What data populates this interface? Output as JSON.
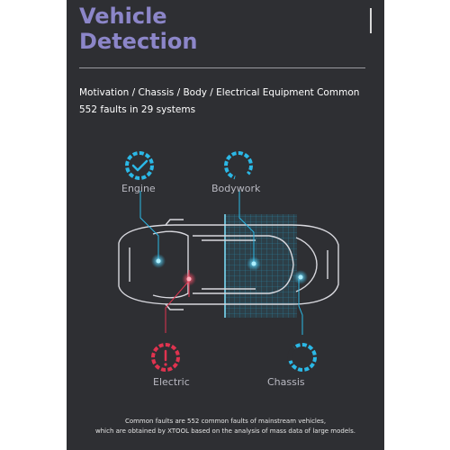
{
  "header": {
    "title_line1": "Vehicle",
    "title_line2": "Detection"
  },
  "description": {
    "line1": "Motivation / Chassis / Body / Electrical Equipment Common",
    "line2": "552 faults in 29 systems"
  },
  "systems": {
    "engine": "Engine",
    "bodywork": "Bodywork",
    "electric": "Electric",
    "chassis": "Chassis"
  },
  "footer": {
    "line1": "Common faults are 552 common faults of mainstream vehicles,",
    "line2": "which are obtained by XTOOL based on the analysis of mass data of large models."
  },
  "colors": {
    "panel_bg": "#2e2f33",
    "title": "#8c86c9",
    "accent_cyan": "#2bb8e6",
    "accent_red": "#e0334f"
  }
}
